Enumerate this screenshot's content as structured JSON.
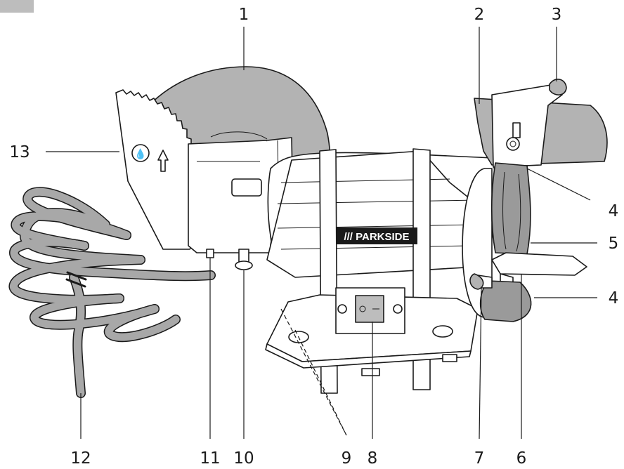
{
  "callouts": {
    "c1": "1",
    "c2": "2",
    "c3": "3",
    "c4a": "4",
    "c4b": "4",
    "c5": "5",
    "c6": "6",
    "c7": "7",
    "c8": "8",
    "c9": "9",
    "c10": "10",
    "c11": "11",
    "c12": "12",
    "c13": "13"
  },
  "brand": {
    "logo_text": "/// PARKSIDE"
  },
  "colors": {
    "wheel_gray": "#b3b3b3",
    "belt_gray": "#9a9a9a",
    "cable_gray": "#a8a8a8",
    "tab_gray": "#bdbdbd",
    "body_white": "#ffffff",
    "line": "#1a1a1a"
  }
}
